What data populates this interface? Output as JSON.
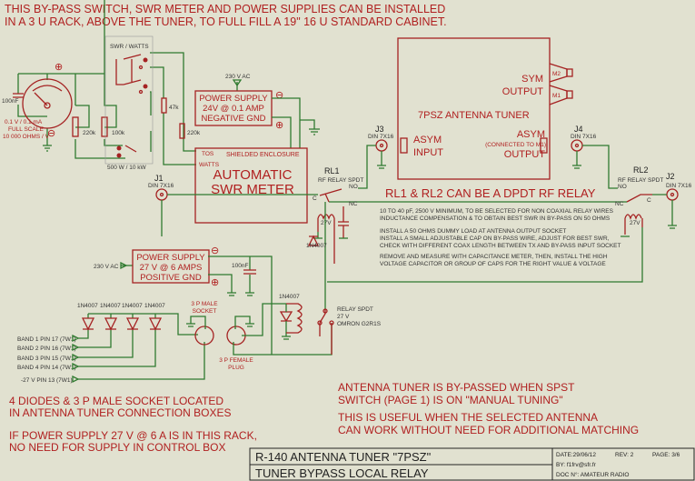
{
  "header": {
    "line1": "THIS BY-PASS SWITCH, SWR METER AND POWER SUPPLIES CAN BE INSTALLED",
    "line2": "IN A 3 U RACK, ABOVE THE TUNER, TO FULL FILL A 19\" 16 U STANDARD CABINET."
  },
  "meter": {
    "cap": "100nF",
    "spec1": "0.1 V / 0.1 mA",
    "spec2": "FULL SCALE",
    "spec3": "10 000 OHMS / V",
    "pot1": "220k",
    "pot2": "100k",
    "switch_top": "SWR / WATTS",
    "switch_bottom": "500 W / 10 kW",
    "r1": "47k",
    "r2": "220k"
  },
  "ps24": {
    "ac": "230 V AC",
    "l1": "POWER SUPPLY",
    "l2": "24V @ 0.1 AMP",
    "l3": "NEGATIVE GND"
  },
  "swr": {
    "tos": "TOS",
    "watts": "WATTS",
    "shield": "SHIELDED ENCLOSURE",
    "l1": "AUTOMATIC",
    "l2": "SWR METER"
  },
  "tuner": {
    "sym1": "SYM",
    "sym2": "OUTPUT",
    "m2": "M2",
    "m1": "M1",
    "title": "7PSZ ANTENNA TUNER",
    "in1": "ASYM",
    "in2": "INPUT",
    "out1": "ASYM",
    "out_note": "(CONNECTED TO M1)",
    "out2": "OUTPUT"
  },
  "connectors": {
    "j1": "J1",
    "j2": "J2",
    "j3": "J3",
    "j4": "J4",
    "din": "DIN 7X16"
  },
  "relays": {
    "rl1": "RL1",
    "rl2": "RL2",
    "type": "RF RELAY SPDT",
    "no": "NO",
    "nc": "NC",
    "c": "C",
    "coil": "27V",
    "dpdt_note": "RL1 & RL2 CAN BE A DPDT RF RELAY"
  },
  "notes": [
    "10 TO 40 pF, 2500 V MINIMUM, TO BE SELECTED FOR NON COAXIAL RELAY WIRES",
    "INDUCTANCE COMPENSATION & TO OBTAIN BEST SWR IN BY-PASS ON 50 OHMS",
    "INSTALL A 50 OHMS DUMMY LOAD AT ANTENNA OUTPUT SOCKET",
    "INSTALL A SMALL ADJUSTABLE CAP ON BY-PASS WIRE, ADJUST FOR BEST SWR,",
    "CHECK WITH DIFFERENT COAX LENGTH BETWEEN TX AND BY-PASS INPUT SOCKET",
    "REMOVE AND MEASURE WITH CAPACITANCE METER, THEN, INSTALL THE HIGH",
    "VOLTAGE CAPACITOR OR GROUP OF CAPS FOR THE RIGHT VALUE & VOLTAGE"
  ],
  "ps27": {
    "ac": "230 V AC",
    "l1": "POWER SUPPLY",
    "l2": "27 V @ 6 AMPS",
    "l3": "POSITIVE GND",
    "cap": "100nF"
  },
  "diode": "1N4007",
  "bands": [
    "BAND 1 PIN 17 (7W1)",
    "BAND 2 PIN 16 (7W1)",
    "BAND 3 PIN 15 (7W1)",
    "BAND 4 PIN 14 (7W1)",
    "-27 V   PIN 13 (7W1)"
  ],
  "sockets": {
    "male1": "3 P MALE",
    "male2": "SOCKET",
    "female1": "3 P FEMALE",
    "female2": "PLUG"
  },
  "relay_spdt": {
    "l1": "RELAY SPDT",
    "l2": "27 V",
    "l3": "OMRON G2R1S"
  },
  "bottom_left": [
    "4 DIODES & 3 P MALE SOCKET LOCATED",
    "IN ANTENNA TUNER CONNECTION BOXES",
    "IF POWER SUPPLY 27 V @ 6 A IS IN THIS RACK,",
    "NO NEED FOR SUPPLY IN CONTROL BOX"
  ],
  "bottom_right": [
    "ANTENNA TUNER IS BY-PASSED WHEN SPST",
    "SWITCH (PAGE 1) IS ON \"MANUAL TUNING\"",
    "THIS IS USEFUL WHEN THE SELECTED ANTENNA",
    "CAN WORK WITHOUT NEED FOR ADDITIONAL MATCHING"
  ],
  "title_block": {
    "title": "R-140 ANTENNA TUNER \"7PSZ\"",
    "subtitle": "TUNER BYPASS LOCAL RELAY",
    "date": "DATE:29/06/12",
    "rev": "REV: 2",
    "page": "PAGE:  3/6",
    "by": "BY:  f1frv@sfr.fr",
    "doc": "DOC N°: AMATEUR RADIO"
  },
  "colors": {
    "background": "#e1e1d0",
    "wire": "#2f7a2f",
    "component": "#a52222"
  }
}
